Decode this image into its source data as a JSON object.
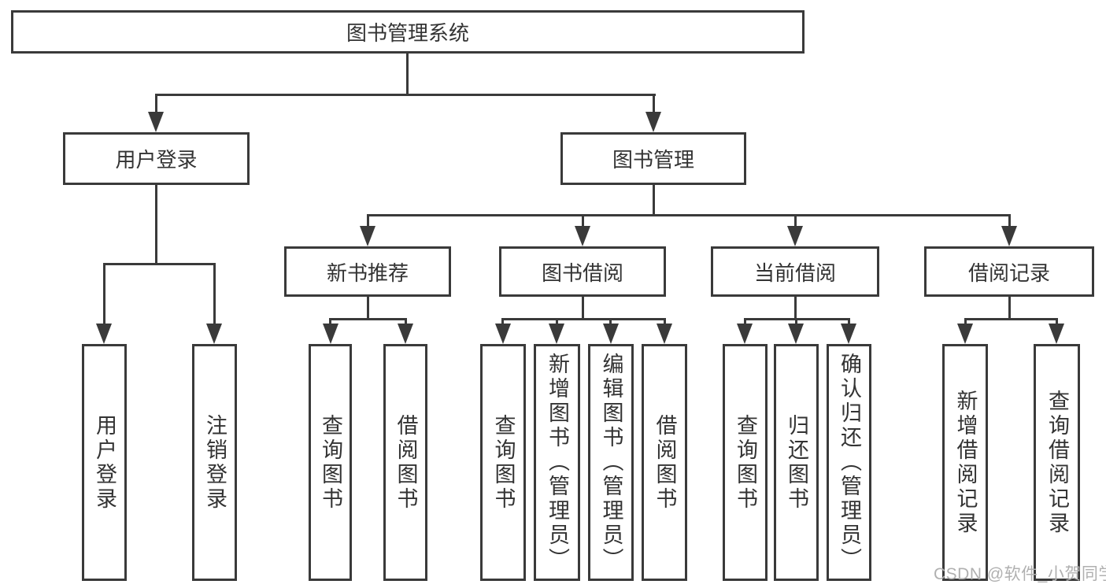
{
  "diagram": {
    "root": {
      "label": "图书管理系统"
    },
    "level2": [
      {
        "label": "用户登录"
      },
      {
        "label": "图书管理"
      }
    ],
    "level3": [
      {
        "label": "新书推荐"
      },
      {
        "label": "图书借阅"
      },
      {
        "label": "当前借阅"
      },
      {
        "label": "借阅记录"
      }
    ],
    "leaves": {
      "user_login": [
        "用户登录",
        "注销登录"
      ],
      "new_books": [
        "查询图书",
        "借阅图书"
      ],
      "book_borrow": [
        "查询图书",
        "新增图书（管理员）",
        "编辑图书（管理员）",
        "借阅图书"
      ],
      "current_borrow": [
        "查询图书",
        "归还图书",
        "确认归还（管理员）"
      ],
      "borrow_records": [
        "新增借阅记录",
        "查询借阅记录"
      ]
    }
  },
  "watermark": {
    "text": "CSDN @软件_小贺同学"
  },
  "colors": {
    "line": "#3a3a3a",
    "text": "#333333",
    "background": "#ffffff",
    "watermark": "#b0b0b0"
  }
}
